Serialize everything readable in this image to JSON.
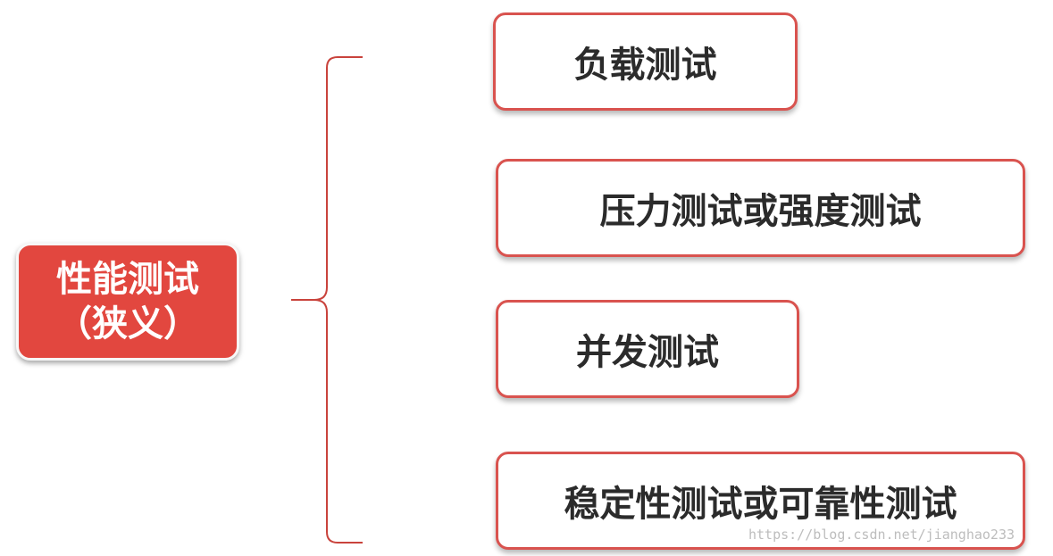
{
  "root": {
    "line1": "性能测试",
    "line2": "（狭义）"
  },
  "items": [
    {
      "label": "负载测试"
    },
    {
      "label": "压力测试或强度测试"
    },
    {
      "label": "并发测试"
    },
    {
      "label": "稳定性测试或可靠性测试"
    }
  ],
  "watermark": "https://blog.csdn.net/jianghao233",
  "colors": {
    "root_fill": "#e2473f",
    "item_border": "#d9534f",
    "brace": "#c9433c"
  }
}
